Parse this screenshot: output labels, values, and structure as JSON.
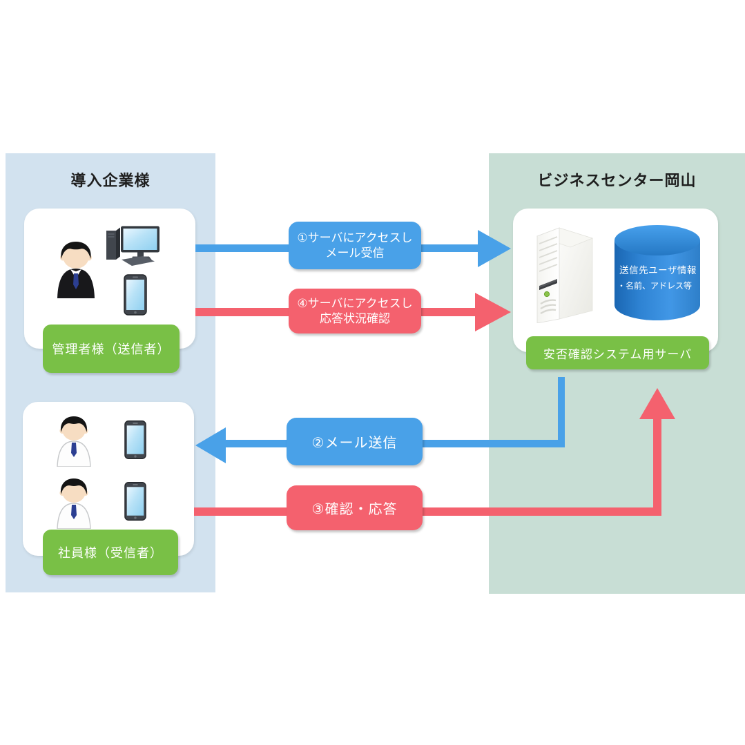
{
  "left_panel": {
    "title": "導入企業様",
    "bg_color": "#d2e2ef",
    "admin_group": {
      "label": "管理者様（送信者）",
      "icons": [
        "businessman-icon",
        "desktop-pc-icon",
        "smartphone-icon"
      ]
    },
    "employee_group": {
      "label": "社員様（受信者）",
      "icons": [
        "employee-icon",
        "smartphone-icon",
        "employee-icon",
        "smartphone-icon"
      ]
    }
  },
  "right_panel": {
    "title": "ビジネスセンター岡山",
    "bg_color": "#c8ded5",
    "server_group": {
      "label": "安否確認システム用サーバ",
      "icons": [
        "server-tower-icon",
        "database-cylinder-icon"
      ],
      "database_line1": "送信先ユーザ情報",
      "database_line2": "・名前、アドレス等"
    }
  },
  "flows": {
    "flow1": {
      "line1": "①サーバにアクセスし",
      "line2": "メール受信",
      "color": "#49a1e8",
      "direction": "left-to-right"
    },
    "flow2": {
      "label": "②メール送信",
      "color": "#49a1e8",
      "direction": "right-to-left"
    },
    "flow3": {
      "label": "③確認・応答",
      "color": "#f4616e",
      "direction": "left-to-right-then-up"
    },
    "flow4": {
      "line1": "④サーバにアクセスし",
      "line2": "応答状況確認",
      "color": "#f4616e",
      "direction": "left-to-right"
    }
  },
  "colors": {
    "arrow_blue": "#49a1e8",
    "arrow_red": "#f4616e",
    "label_green": "#79c046",
    "database_blue": "#2e83d3",
    "title_text": "#1e1e1e"
  }
}
